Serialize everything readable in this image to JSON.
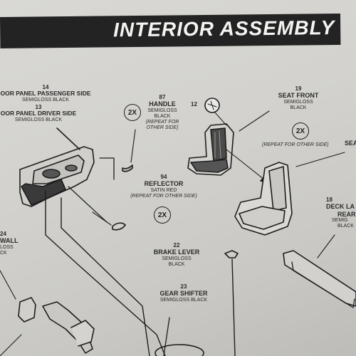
{
  "header": {
    "title": "INTERIOR ASSEMBLY"
  },
  "parts": {
    "door_passenger": {
      "num": "14",
      "name": "OOR PANEL PASSENGER SIDE",
      "finish": "SEMIGLOSS BLACK"
    },
    "door_driver": {
      "num": "13",
      "name": "OOR PANEL DRIVER SIDE",
      "finish": "SEMIGLOSS BLACK"
    },
    "handle": {
      "num": "87",
      "name": "HANDLE",
      "finish1": "SEMIGLOSS",
      "finish2": "BLACK",
      "note1": "(REPEAT FOR",
      "note2": "OTHER SIDE)"
    },
    "seat_front": {
      "num": "19",
      "name": "SEAT FRONT",
      "finish1": "SEMIGLOSS",
      "finish2": "BLACK",
      "note": "(REPEAT FOR OTHER SIDE)"
    },
    "seat_edge": {
      "name": "SEA"
    },
    "reflector": {
      "num": "94",
      "name": "REFLECTOR",
      "finish": "SATIN RED",
      "note": "(REPEAT FOR OTHER SIDE)"
    },
    "deck": {
      "num": "18",
      "name1": "DECK LA",
      "name2": "REAR",
      "finish1": "SEMIG",
      "finish2": "BLACK"
    },
    "wall": {
      "num": "24",
      "name": "WALL",
      "finish1": "LOSS",
      "finish2": "CK"
    },
    "brake": {
      "num": "22",
      "name": "BRAKE LEVER",
      "finish1": "SEMIGLOSS",
      "finish2": "BLACK"
    },
    "gear": {
      "num": "23",
      "name": "GEAR SHIFTER",
      "finish": "SEMIGLOSS BLACK"
    },
    "callout_12": "12"
  },
  "badges": {
    "handle": "2X",
    "seat": "2X",
    "reflector": "2X"
  }
}
